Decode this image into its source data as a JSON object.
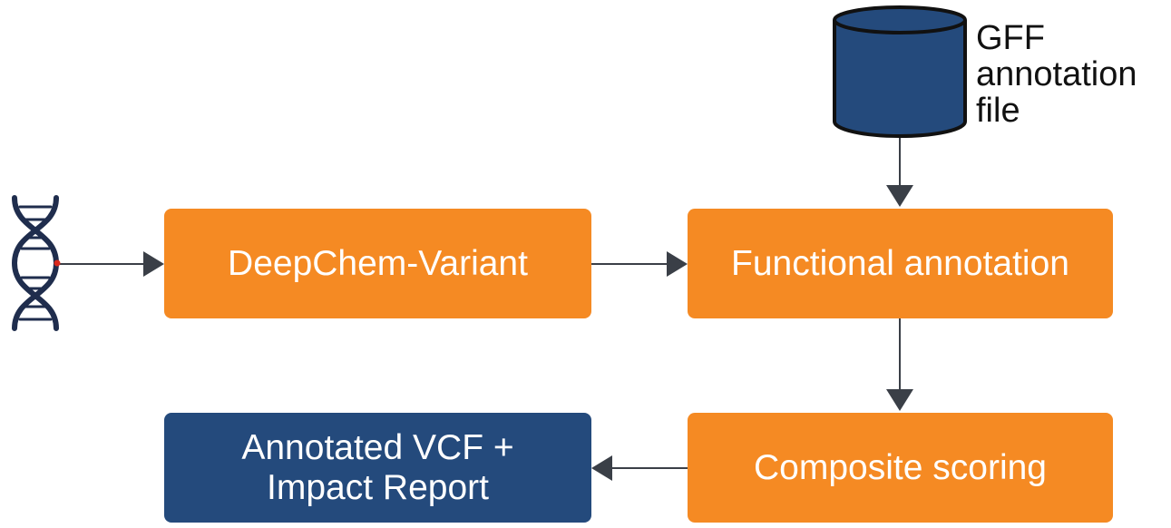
{
  "diagram": {
    "nodes": {
      "input_dna": {
        "icon": "dna-helix-icon"
      },
      "gff_db": {
        "icon": "database-cylinder-icon",
        "label_lines": [
          "GFF",
          "annotation",
          "file"
        ]
      },
      "deepchem": {
        "label": "DeepChem-Variant"
      },
      "functional": {
        "label": "Functional annotation"
      },
      "scoring": {
        "label": "Composite scoring"
      },
      "output": {
        "label_lines": [
          "Annotated VCF +",
          "Impact Report"
        ]
      }
    },
    "edges": [
      {
        "from": "input_dna",
        "to": "deepchem"
      },
      {
        "from": "deepchem",
        "to": "functional"
      },
      {
        "from": "gff_db",
        "to": "functional"
      },
      {
        "from": "functional",
        "to": "scoring"
      },
      {
        "from": "scoring",
        "to": "output"
      }
    ],
    "colors": {
      "process": "#f58a23",
      "data": "#244a7c",
      "connector": "#3a3f47",
      "dna_accent": "#d9291c"
    }
  }
}
